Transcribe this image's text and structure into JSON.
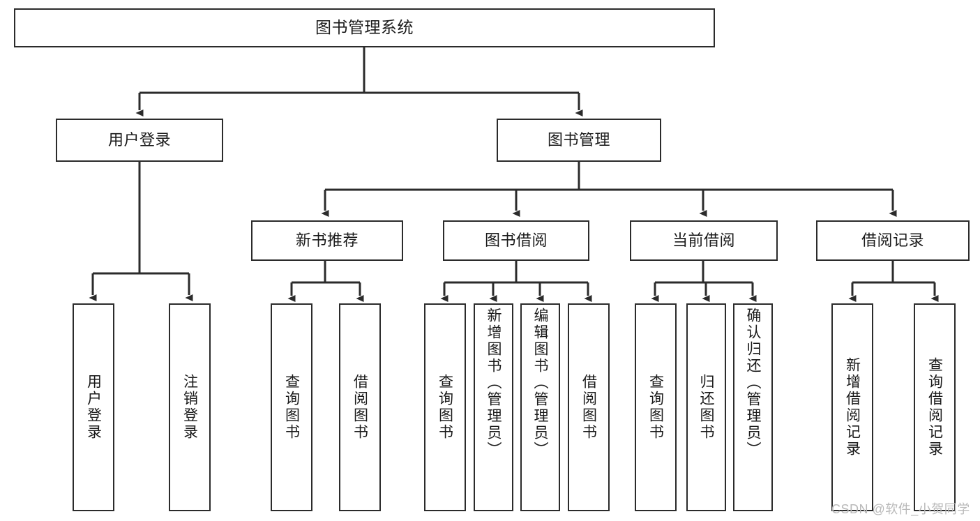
{
  "diagram": {
    "title": "图书管理系统",
    "type": "hierarchy-tree",
    "background": "#ffffff",
    "line_color": "#2b2b2b",
    "text_color": "#1a1a1a",
    "watermark": "CSDN @软件_小贺同学",
    "watermark_color": "#b9b9b9"
  },
  "nodes": {
    "root": {
      "label": "图书管理系统",
      "level": 1
    },
    "l2": [
      {
        "id": "user-login",
        "label": "用户登录",
        "level": 2
      },
      {
        "id": "book-manage",
        "label": "图书管理",
        "level": 2
      }
    ],
    "l3": [
      {
        "id": "new-book-recommend",
        "label": "新书推荐",
        "level": 3
      },
      {
        "id": "book-borrow",
        "label": "图书借阅",
        "level": 3
      },
      {
        "id": "current-borrow",
        "label": "当前借阅",
        "level": 3
      },
      {
        "id": "borrow-record",
        "label": "借阅记录",
        "level": 3
      }
    ],
    "leaves": [
      {
        "id": "leaf-user-login",
        "label": "用户登录",
        "parent": "user-login",
        "level": 3
      },
      {
        "id": "leaf-logout-login",
        "label": "注销登录",
        "parent": "user-login",
        "level": 3
      },
      {
        "id": "leaf-query-book-1",
        "label": "查询图书",
        "parent": "new-book-recommend",
        "level": 4
      },
      {
        "id": "leaf-borrow-book-1",
        "label": "借阅图书",
        "parent": "new-book-recommend",
        "level": 4
      },
      {
        "id": "leaf-query-book-2",
        "label": "查询图书",
        "parent": "book-borrow",
        "level": 4
      },
      {
        "id": "leaf-add-book",
        "label": "新增图书（管理员）",
        "parent": "book-borrow",
        "level": 4
      },
      {
        "id": "leaf-edit-book",
        "label": "编辑图书（管理员）",
        "parent": "book-borrow",
        "level": 4
      },
      {
        "id": "leaf-borrow-book-2",
        "label": "借阅图书",
        "parent": "book-borrow",
        "level": 4
      },
      {
        "id": "leaf-query-book-3",
        "label": "查询图书",
        "parent": "current-borrow",
        "level": 4
      },
      {
        "id": "leaf-return-book",
        "label": "归还图书",
        "parent": "current-borrow",
        "level": 4
      },
      {
        "id": "leaf-confirm-return",
        "label": "确认归还（管理员）",
        "parent": "current-borrow",
        "level": 4
      },
      {
        "id": "leaf-add-borrow-record",
        "label": "新增借阅记录",
        "parent": "borrow-record",
        "level": 4
      },
      {
        "id": "leaf-query-borrow-record",
        "label": "查询借阅记录",
        "parent": "borrow-record",
        "level": 4
      }
    ]
  }
}
